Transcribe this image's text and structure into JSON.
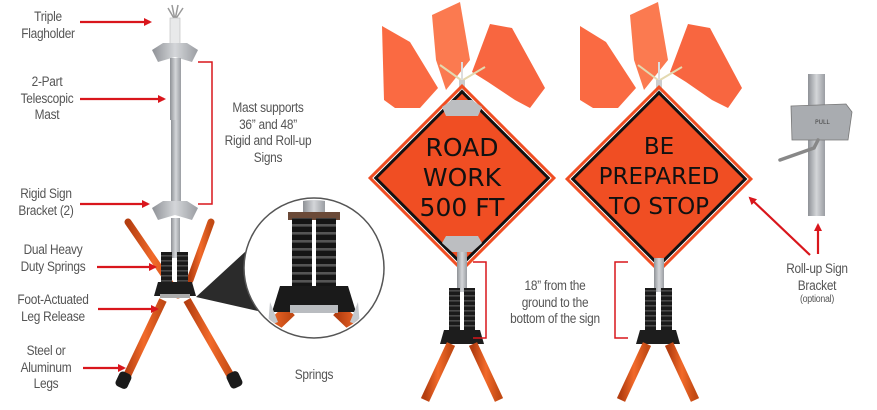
{
  "colors": {
    "arrow": "#d9161c",
    "bracket": "#d9161c",
    "label_text": "#555555",
    "sign_orange": "#f04e23",
    "flag_orange": "#fa6a42",
    "leg_orange": "#e0561c",
    "spring_black": "#1e1e1e",
    "metal": "#b7b9bc"
  },
  "labels": {
    "triple_flagholder": "Triple Flagholder",
    "telescopic_mast": "2-Part Telescopic Mast",
    "rigid_sign_bracket": "Rigid Sign Bracket (2)",
    "dual_springs": "Dual Heavy Duty Springs",
    "leg_release": "Foot-Actuated Leg Release",
    "legs": "Steel or Aluminum Legs",
    "mast_supports": "Mast supports 36” and 48” Rigid and Roll-up Signs",
    "springs_callout": "Springs",
    "ground_clearance": "18” from the ground to the bottom of the sign",
    "rollup_bracket": "Roll-up Sign Bracket",
    "rollup_optional": "(optional)"
  },
  "label_lines": {
    "triple_flagholder": [
      "Triple",
      "Flagholder"
    ],
    "telescopic_mast": [
      "2-Part",
      "Telescopic",
      "Mast"
    ],
    "rigid_sign_bracket": [
      "Rigid Sign",
      "Bracket (2)"
    ],
    "dual_springs": [
      "Dual Heavy",
      "Duty Springs"
    ],
    "leg_release": [
      "Foot-Actuated",
      "Leg Release"
    ],
    "legs": [
      "Steel or",
      "Aluminum",
      "Legs"
    ],
    "mast_supports": [
      "Mast supports",
      "36” and 48”",
      "Rigid and Roll-up",
      "Signs"
    ],
    "ground_clearance": [
      "18” from the",
      "ground to the",
      "bottom of the sign"
    ],
    "rollup_bracket": [
      "Roll-up Sign",
      "Bracket"
    ]
  },
  "signs": [
    {
      "name": "road-work-sign",
      "lines": [
        "ROAD",
        "WORK",
        "500 FT"
      ]
    },
    {
      "name": "be-prepared-sign",
      "lines": [
        "BE",
        "PREPARED",
        "TO STOP"
      ]
    }
  ],
  "bracket_text": "PULL"
}
